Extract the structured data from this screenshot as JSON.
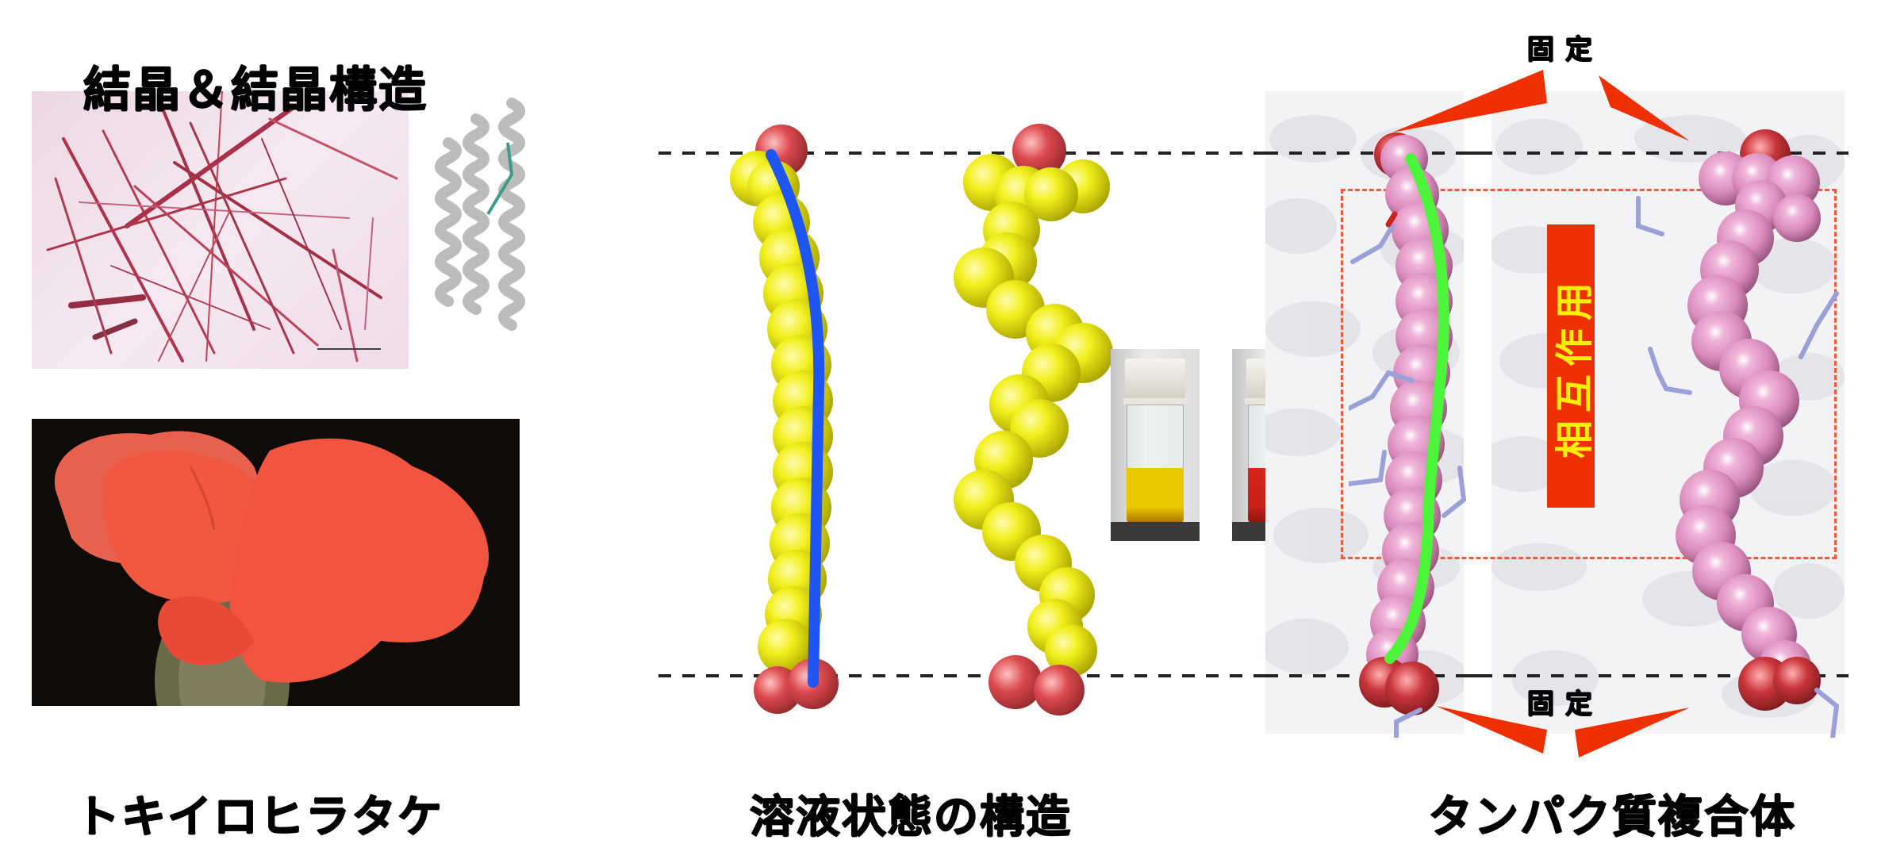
{
  "left_panel": {
    "crystal_title": "結晶＆結晶構造",
    "crystal_photo": {
      "description": "needle-shaped red crystals under microscope",
      "background": "#f2dde9",
      "crystal_color": "#b0203a"
    },
    "crystal_structure": {
      "description": "grey ribbon protein structure with teal ligand",
      "ribbon_color": "#c8c8c8",
      "ligand_color": "#3e9b8a"
    },
    "mushroom_photo": {
      "description": "pink oyster mushroom on dark background",
      "background": "#0d0a08",
      "cap_color": "#ef5a45"
    },
    "mushroom_label": "トキイロヒラタケ"
  },
  "middle_panel": {
    "label": "溶液状態の構造",
    "molecule_colors": {
      "carbon": "#f2ef1d",
      "oxygen": "#dc4a4e",
      "axis_line": "#1f55f2"
    },
    "vials": [
      {
        "name": "yellow-solution",
        "liquid_color": "#e9c800"
      },
      {
        "name": "red-solution",
        "liquid_color": "#d8261a"
      }
    ]
  },
  "right_panel": {
    "label": "タンパク質複合体",
    "fixed_top_label": "固定",
    "fixed_bottom_label": "固定",
    "interaction_label": "相互作用",
    "interaction_bar_color": "#ee2f00",
    "interaction_text_color": "#ffef00",
    "molecule_colors": {
      "carbon": "#dc90bf",
      "oxygen": "#c9353a",
      "axis_line": "#4cf53a"
    },
    "dashed_box_color": "#ef5b3a",
    "arrow_color": "#ee2f00"
  },
  "guides": {
    "dashed_line_color": "#222222"
  }
}
